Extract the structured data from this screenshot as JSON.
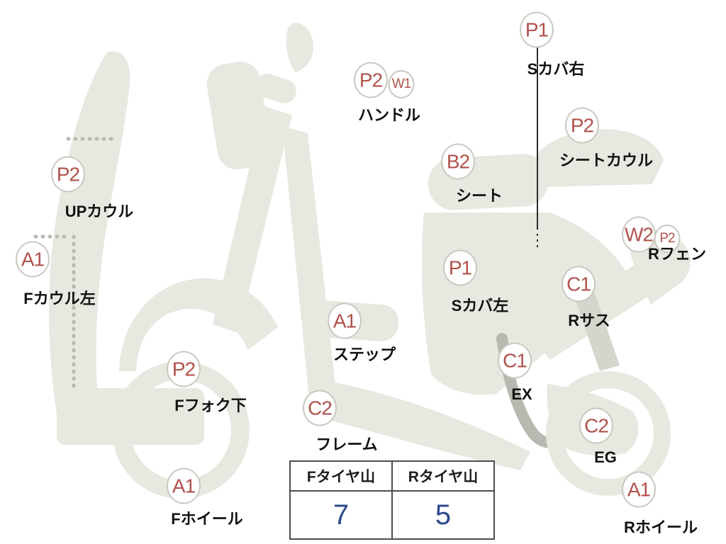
{
  "diagram": {
    "title": "vehicle-condition-diagram",
    "markers": [
      {
        "grade": "P1",
        "label": "Sカバ右"
      },
      {
        "grade": "P2",
        "sub": "W1",
        "label": "ハンドル"
      },
      {
        "grade": "P2",
        "label": "シートカウル"
      },
      {
        "grade": "B2",
        "label": "シート"
      },
      {
        "grade": "P2",
        "label": "UPカウル"
      },
      {
        "grade": "W2",
        "sub": "P2",
        "label": "Rフェン"
      },
      {
        "grade": "A1",
        "label": "Fカウル左"
      },
      {
        "grade": "P1",
        "label": "Sカバ左"
      },
      {
        "grade": "C1",
        "label": "Rサス"
      },
      {
        "grade": "A1",
        "label": "ステップ"
      },
      {
        "grade": "C1",
        "label": "EX"
      },
      {
        "grade": "P2",
        "label": "Fフォク下"
      },
      {
        "grade": "C2",
        "label": "フレーム"
      },
      {
        "grade": "C2",
        "label": "EG"
      },
      {
        "grade": "A1",
        "label": "Fホイール"
      },
      {
        "grade": "A1",
        "label": "Rホイール"
      }
    ],
    "tire_table": {
      "headers": [
        "Fタイヤ山",
        "Rタイヤ山"
      ],
      "values": [
        "7",
        "5"
      ]
    },
    "colors": {
      "grade_text": "#b0524c",
      "tire_value": "#2b4a8c",
      "body_fill": "#e8e7e0"
    }
  }
}
